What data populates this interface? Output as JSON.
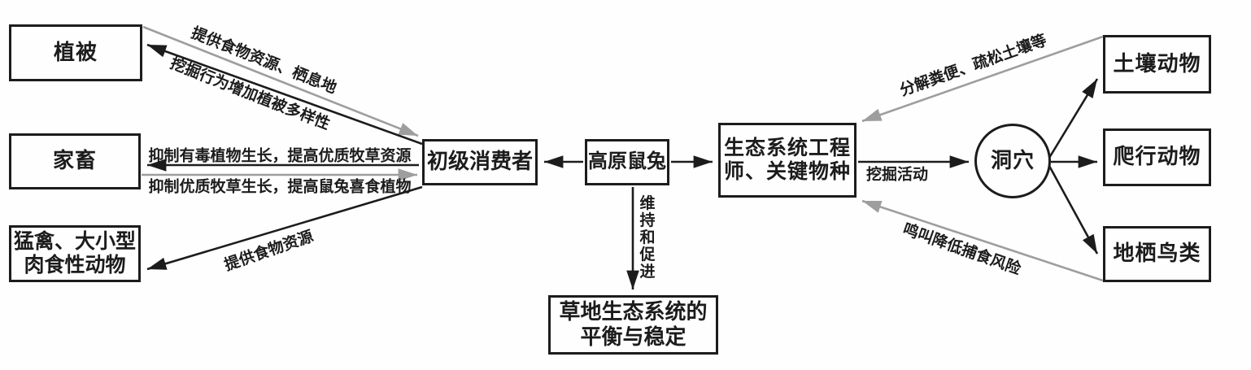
{
  "diagram": {
    "title_hint": "plateau-pika-ecosystem-relationship-diagram",
    "colors": {
      "line_black": "#1c1c1c",
      "line_gray": "#9e9e9e",
      "background": "#fefefe"
    },
    "nodes": {
      "vegetation": {
        "label": "植被"
      },
      "livestock": {
        "label": "家畜"
      },
      "predators": {
        "label_line1": "猛禽、大小型",
        "label_line2": "肉食性动物"
      },
      "primary_consumer": {
        "label": "初级消费者"
      },
      "pika": {
        "label": "高原鼠兔"
      },
      "engineer": {
        "label_line1": "生态系统工程",
        "label_line2": "师、关键物种"
      },
      "burrow": {
        "label": "洞穴"
      },
      "soil_animals": {
        "label": "土壤动物"
      },
      "reptiles": {
        "label": "爬行动物"
      },
      "ground_birds": {
        "label": "地栖鸟类"
      },
      "grassland": {
        "label_line1": "草地生态系统的",
        "label_line2": "平衡与稳定"
      }
    },
    "edge_labels": {
      "provide_food_habitat": "提供食物资源、栖息地",
      "digging_increases_diversity": "挖掘行为增加植被多样性",
      "inhibit_toxic_plants": "抑制有毒植物生长，提高优质牧草资源",
      "inhibit_quality_forage": "抑制优质牧草生长，提高鼠兔喜食植物",
      "provide_food": "提供食物资源",
      "maintain_promote": "维持和促进",
      "digging_activity": "挖掘活动",
      "decompose_loosen_soil": "分解粪便、疏松土壤等",
      "calls_reduce_predation_risk": "鸣叫降低捕食风险"
    }
  }
}
